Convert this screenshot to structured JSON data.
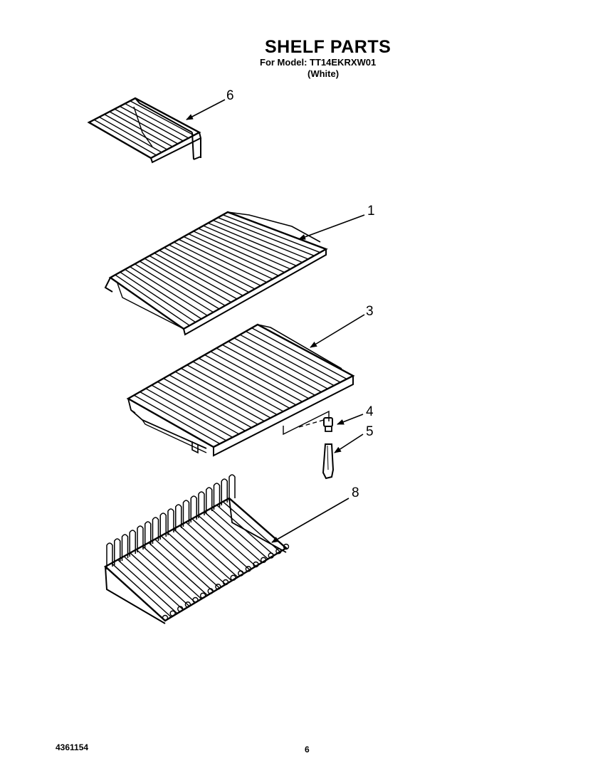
{
  "header": {
    "title": "SHELF PARTS",
    "model_line": "For Model: TT14EKRXW01",
    "color_line": "(White)"
  },
  "parts": [
    {
      "number": "6",
      "name": "small-wire-shelf"
    },
    {
      "number": "1",
      "name": "wire-shelf"
    },
    {
      "number": "3",
      "name": "crisper-shelf-frame"
    },
    {
      "number": "4",
      "name": "shelf-support-clip"
    },
    {
      "number": "5",
      "name": "shelf-support-post"
    },
    {
      "number": "8",
      "name": "wire-basket"
    }
  ],
  "footer": {
    "doc_number": "4361154",
    "page_number": "6"
  }
}
